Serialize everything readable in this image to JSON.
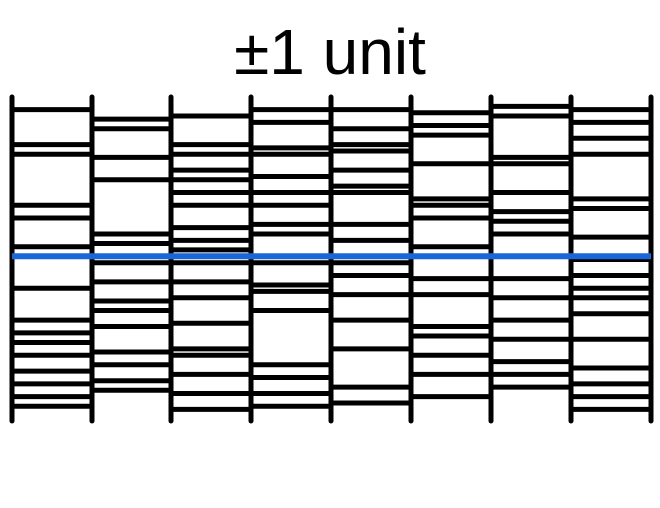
{
  "title": "±1 unit",
  "colors": {
    "lines": "#000000",
    "reference_line": "#1a66d9"
  },
  "columns": [
    {
      "rungs": [
        0.03,
        0.14,
        0.17,
        0.33,
        0.37,
        0.46,
        0.59,
        0.69,
        0.73,
        0.76,
        0.8,
        0.85,
        0.89,
        0.93,
        0.96
      ]
    },
    {
      "rungs": [
        0.06,
        0.09,
        0.18,
        0.25,
        0.42,
        0.45,
        0.51,
        0.57,
        0.63,
        0.66,
        0.71,
        0.79,
        0.83,
        0.88,
        0.91
      ]
    },
    {
      "rungs": [
        0.05,
        0.14,
        0.17,
        0.22,
        0.25,
        0.29,
        0.33,
        0.4,
        0.44,
        0.47,
        0.51,
        0.57,
        0.62,
        0.7,
        0.78,
        0.8,
        0.86,
        0.92,
        0.97
      ]
    },
    {
      "rungs": [
        0.03,
        0.07,
        0.15,
        0.17,
        0.24,
        0.29,
        0.33,
        0.39,
        0.42,
        0.51,
        0.58,
        0.6,
        0.66,
        0.83,
        0.87,
        0.92,
        0.96
      ]
    },
    {
      "rungs": [
        0.03,
        0.09,
        0.14,
        0.16,
        0.22,
        0.27,
        0.29,
        0.39,
        0.44,
        0.51,
        0.55,
        0.61,
        0.69,
        0.78,
        0.9,
        0.95
      ]
    },
    {
      "rungs": [
        0.04,
        0.08,
        0.11,
        0.2,
        0.31,
        0.33,
        0.37,
        0.46,
        0.49,
        0.56,
        0.61,
        0.71,
        0.74,
        0.8,
        0.86,
        0.93
      ]
    },
    {
      "rungs": [
        0.02,
        0.05,
        0.18,
        0.2,
        0.29,
        0.35,
        0.38,
        0.42,
        0.49,
        0.56,
        0.62,
        0.69,
        0.75,
        0.82,
        0.86,
        0.9
      ]
    },
    {
      "rungs": [
        0.03,
        0.07,
        0.12,
        0.17,
        0.31,
        0.34,
        0.43,
        0.5,
        0.55,
        0.59,
        0.62,
        0.67,
        0.75,
        0.84,
        0.89,
        0.93,
        0.97
      ]
    }
  ],
  "reference_position": 0.49
}
